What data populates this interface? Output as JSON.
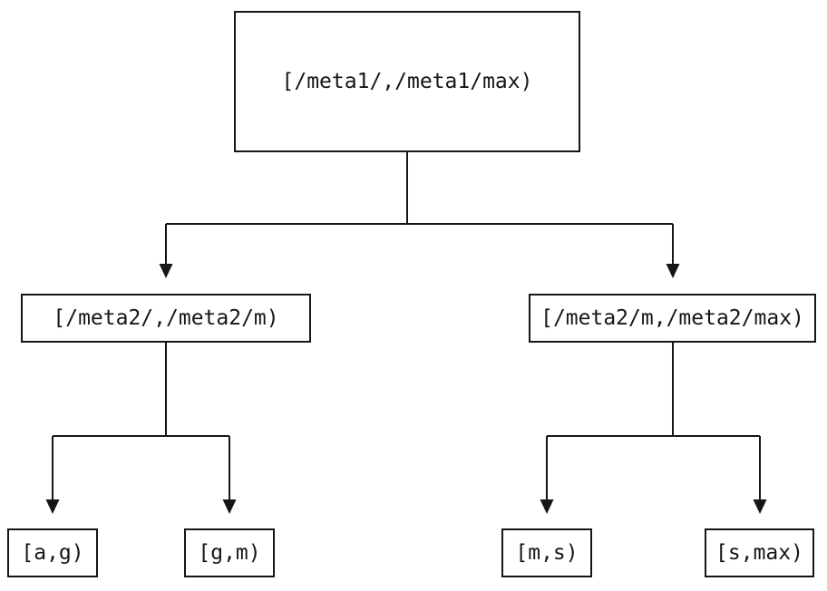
{
  "diagram": {
    "type": "binary-interval-tree",
    "background_color": "#ffffff",
    "line_color": "#161616",
    "nodes": {
      "root": {
        "label": "[/meta1/,/meta1/max)"
      },
      "left": {
        "label": "[/meta2/,/meta2/m)"
      },
      "right": {
        "label": "[/meta2/m,/meta2/max)"
      },
      "left_left": {
        "label": "[a,g)"
      },
      "left_right": {
        "label": "[g,m)"
      },
      "right_left": {
        "label": "[m,s)"
      },
      "right_right": {
        "label": "[s,max)"
      }
    },
    "edges": [
      {
        "from": "root",
        "to": "left"
      },
      {
        "from": "root",
        "to": "right"
      },
      {
        "from": "left",
        "to": "left_left"
      },
      {
        "from": "left",
        "to": "left_right"
      },
      {
        "from": "right",
        "to": "right_left"
      },
      {
        "from": "right",
        "to": "right_right"
      }
    ]
  }
}
